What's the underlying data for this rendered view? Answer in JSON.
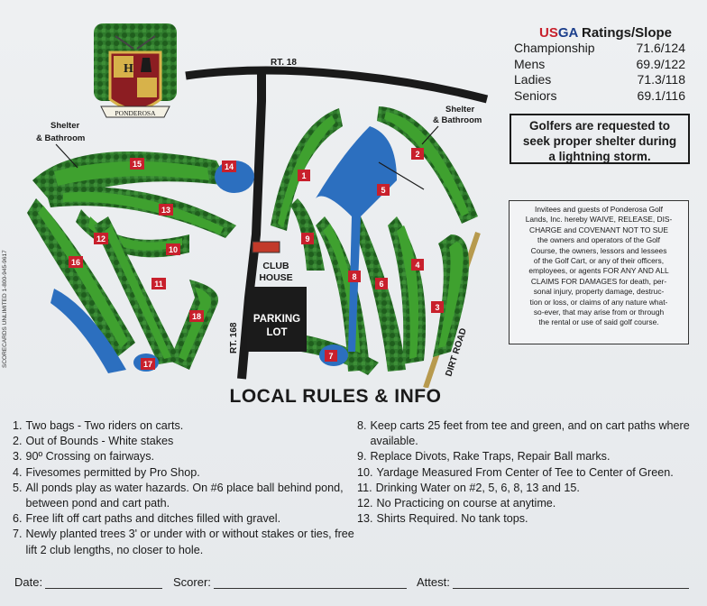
{
  "logo": {
    "banner_text": "PONDEROSA"
  },
  "map": {
    "road_rt18": "RT. 18",
    "road_rt168": "RT. 168",
    "dirt_road": "DIRT ROAD",
    "clubhouse_line1": "CLUB",
    "clubhouse_line2": "HOUSE",
    "parking_line1": "PARKING",
    "parking_line2": "LOT",
    "shelter_left_line1": "Shelter",
    "shelter_left_line2": "& Bathroom",
    "shelter_right_line1": "Shelter",
    "shelter_right_line2": "& Bathroom",
    "holes": [
      "1",
      "2",
      "3",
      "4",
      "5",
      "6",
      "7",
      "8",
      "9",
      "10",
      "11",
      "12",
      "13",
      "14",
      "15",
      "16",
      "17",
      "18"
    ]
  },
  "ratings": {
    "title_usga_u": "U",
    "title_usga_s": "S",
    "title_usga_ga": "GA",
    "title_rest": " Ratings/Slope",
    "rows": [
      {
        "tee": "Championship",
        "value": "71.6/124"
      },
      {
        "tee": "Mens",
        "value": "69.9/122"
      },
      {
        "tee": "Ladies",
        "value": "71.3/118"
      },
      {
        "tee": "Seniors",
        "value": "69.1/116"
      }
    ]
  },
  "lightning": {
    "line1": "Golfers are requested to",
    "line2": "seek proper shelter during",
    "line3": "a lightning storm."
  },
  "waiver": {
    "lines": [
      "Invitees and guests of Ponderosa Golf",
      "Lands, Inc. hereby WAIVE, RELEASE, DIS-",
      "CHARGE and COVENANT NOT TO SUE",
      "the owners and operators of the Golf",
      "Course, the owners, lessors and lessees",
      "of the Golf Cart, or any of their officers,",
      "employees, or agents FOR ANY AND ALL",
      "CLAIMS FOR DAMAGES for death, per-",
      "sonal injury, property damage, destruc-",
      "tion or loss, or claims of any nature what-",
      "so-ever, that may arise from or through",
      "the rental or use of said golf course."
    ]
  },
  "local_rules": {
    "title": "LOCAL RULES & INFO",
    "left": [
      {
        "num": "1.",
        "text": "Two bags - Two riders on carts."
      },
      {
        "num": "2.",
        "text": "Out of Bounds - White stakes"
      },
      {
        "num": "3.",
        "text": "90º Crossing on fairways."
      },
      {
        "num": "4.",
        "text": "Fivesomes permitted by Pro Shop."
      },
      {
        "num": "5.",
        "text": "All ponds play as water hazards. On #6 place ball behind pond, between pond and cart path."
      },
      {
        "num": "6.",
        "text": "Free lift off cart paths and ditches filled with gravel."
      },
      {
        "num": "7.",
        "text": "Newly planted trees 3' or under with or without stakes or ties, free lift 2 club lengths, no closer to hole."
      }
    ],
    "right": [
      {
        "num": "8.",
        "text": "Keep carts 25 feet from tee and green, and on cart paths where available."
      },
      {
        "num": "9.",
        "text": "Replace Divots, Rake Traps, Repair Ball marks."
      },
      {
        "num": "10.",
        "text": "Yardage Measured From Center of Tee to Center of Green."
      },
      {
        "num": "11.",
        "text": "Drinking Water on #2, 5, 6, 8, 13 and 15."
      },
      {
        "num": "12.",
        "text": "No Practicing on course at anytime."
      },
      {
        "num": "13.",
        "text": "Shirts Required. No tank tops."
      }
    ]
  },
  "signature": {
    "date_label": "Date:",
    "scorer_label": "Scorer:",
    "attest_label": "Attest:"
  },
  "credit": {
    "text": "SCORECARDS UNLIMITED  1-800-945-9617"
  }
}
